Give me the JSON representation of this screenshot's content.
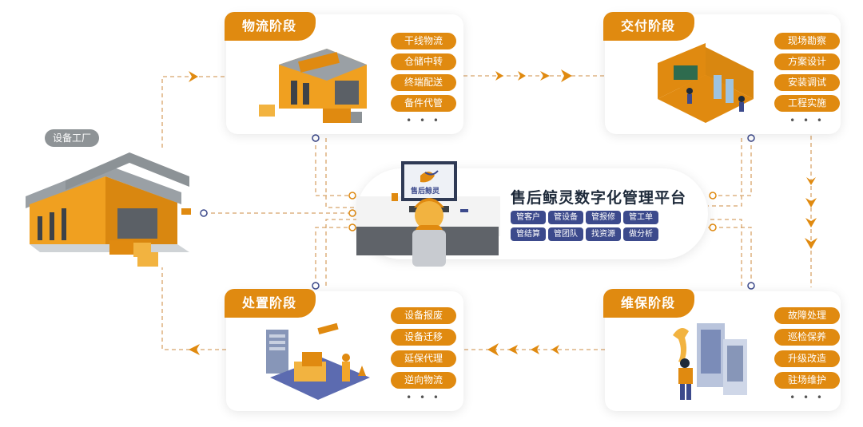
{
  "factory": {
    "label": "设备工厂"
  },
  "stages": {
    "logistics": {
      "title": "物流阶段",
      "items": [
        "干线物流",
        "仓储中转",
        "终端配送",
        "备件代管"
      ],
      "more": "• • •"
    },
    "delivery": {
      "title": "交付阶段",
      "items": [
        "现场勘察",
        "方案设计",
        "安装调试",
        "工程实施"
      ],
      "more": "• • •"
    },
    "disposal": {
      "title": "处置阶段",
      "items": [
        "设备报废",
        "设备迁移",
        "延保代理",
        "逆向物流"
      ],
      "more": "• • •"
    },
    "maintenance": {
      "title": "维保阶段",
      "items": [
        "故障处理",
        "巡检保养",
        "升级改造",
        "驻场维护"
      ],
      "more": "• • •"
    }
  },
  "platform": {
    "title": "售后鲸灵数字化管理平台",
    "logo_text": "售后鲸灵",
    "tags": [
      "管客户",
      "管设备",
      "管报修",
      "管工单",
      "管结算",
      "管团队",
      "找资源",
      "做分析"
    ]
  },
  "colors": {
    "accent": "#e08a10",
    "tag": "#3c4a8c",
    "line": "#d39a55",
    "text": "#1e2a3a"
  }
}
